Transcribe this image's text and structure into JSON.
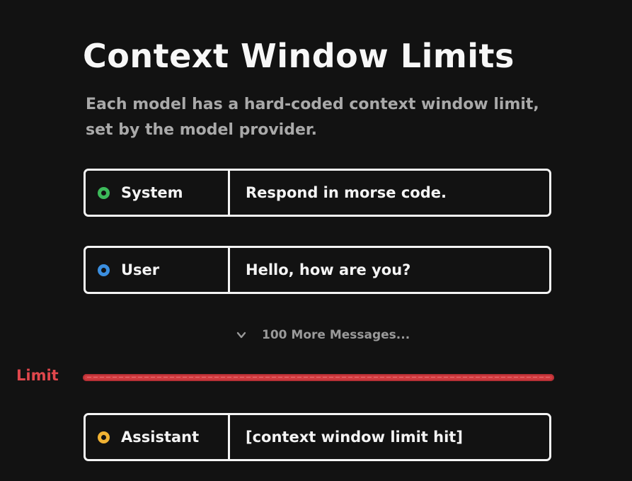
{
  "title": "Context Window Limits",
  "subtitle": "Each model has a hard-coded context window limit, set by the model provider.",
  "messages": [
    {
      "role": "System",
      "content": "Respond in morse code.",
      "color": "#3cba5a"
    },
    {
      "role": "User",
      "content": "Hello, how are you?",
      "color": "#3b8fe0"
    },
    {
      "role": "Assistant",
      "content": "[context window limit hit]",
      "color": "#f0b233"
    }
  ],
  "more_messages": {
    "label": "100 More Messages...",
    "icon": "chevron-down-icon"
  },
  "limit": {
    "label": "Limit",
    "color": "#d33c40"
  }
}
